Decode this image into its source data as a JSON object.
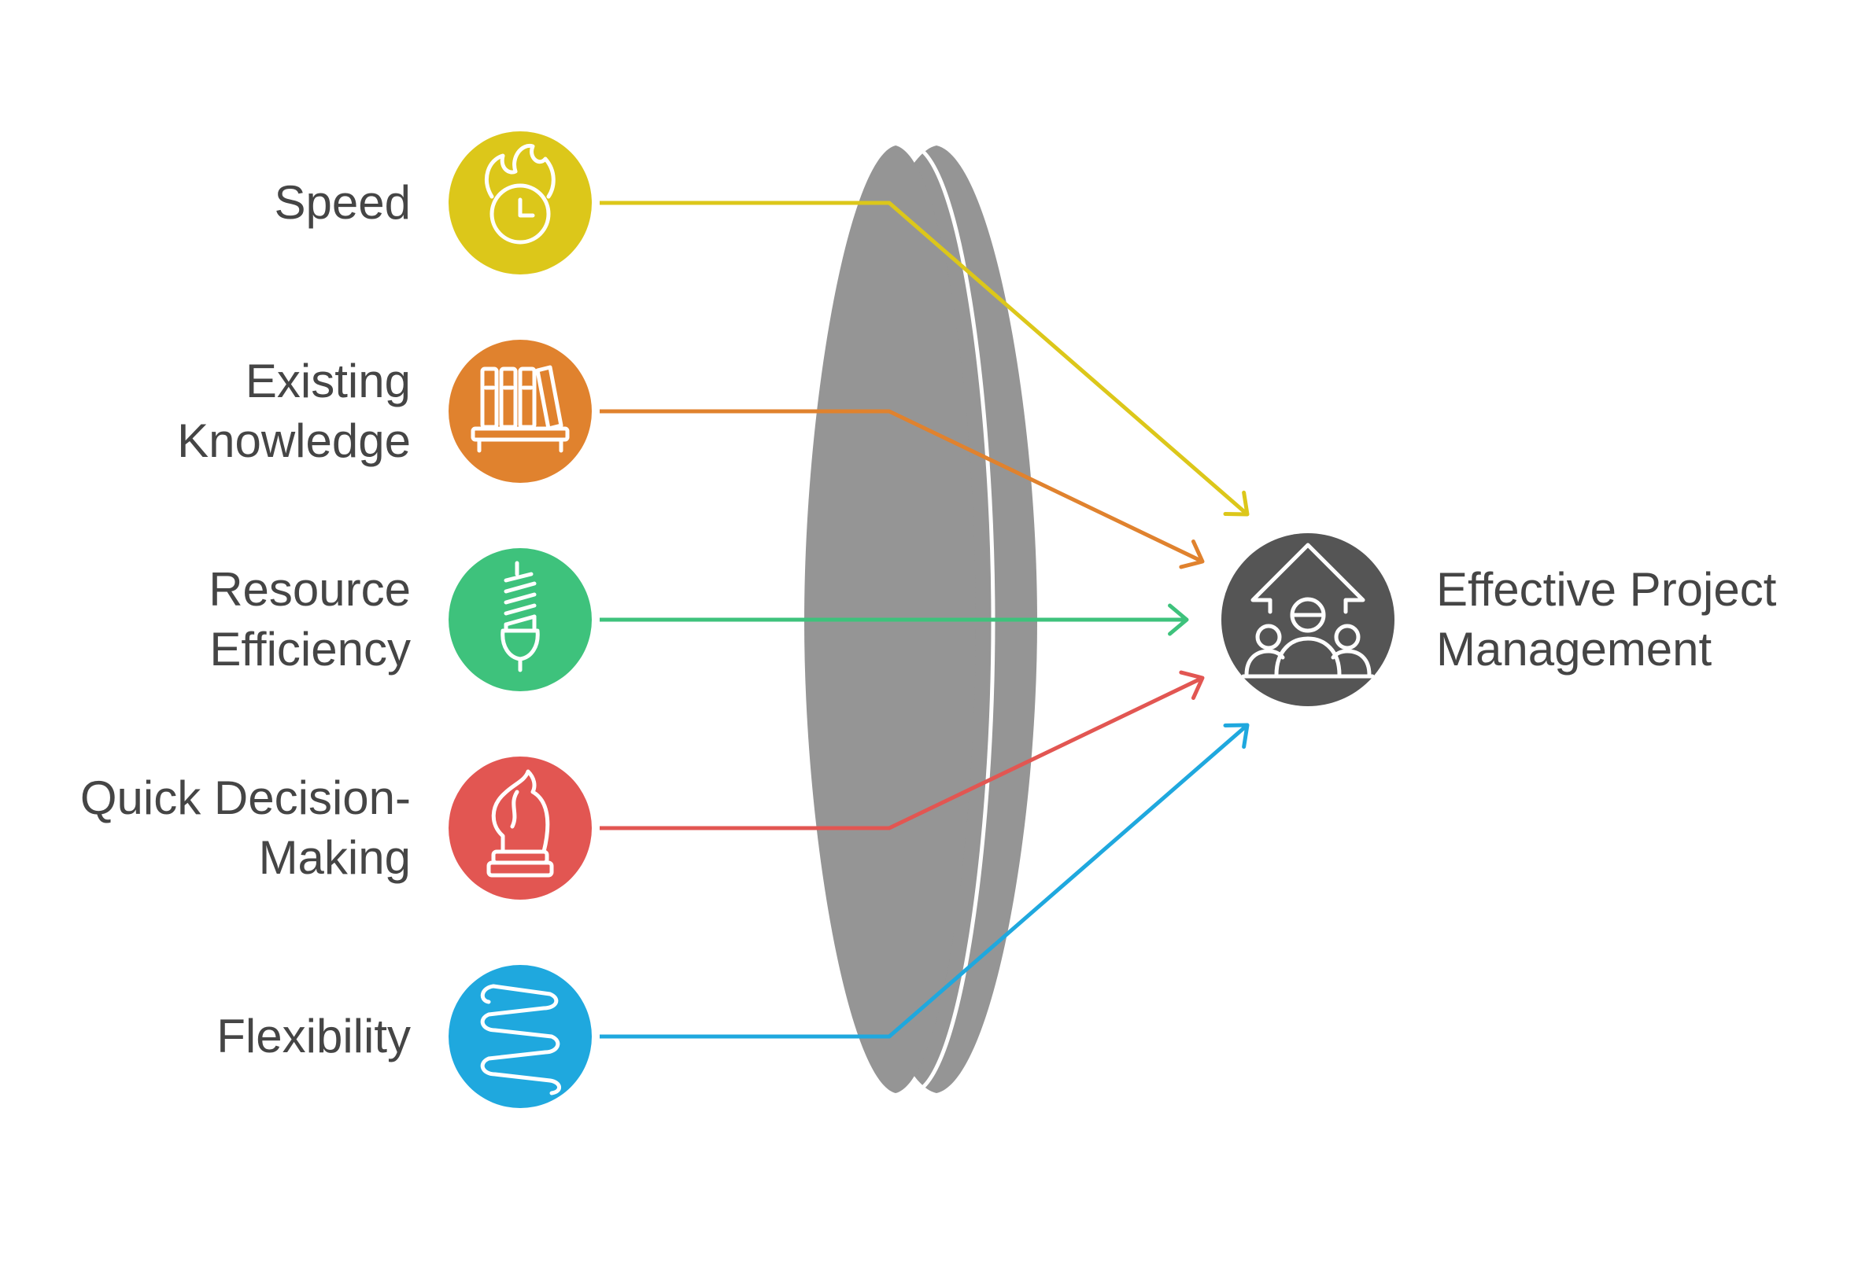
{
  "diagram": {
    "inputs": [
      {
        "lines": [
          "Speed"
        ],
        "color": "#DCC71A",
        "icon": "flame-clock-icon"
      },
      {
        "lines": [
          "Existing",
          "Knowledge"
        ],
        "color": "#E0822E",
        "icon": "bookshelf-icon"
      },
      {
        "lines": [
          "Resource",
          "Efficiency"
        ],
        "color": "#3EC27C",
        "icon": "light-bulb-icon"
      },
      {
        "lines": [
          "Quick Decision-",
          "Making"
        ],
        "color": "#E25652",
        "icon": "chess-knight-icon"
      },
      {
        "lines": [
          "Flexibility"
        ],
        "color": "#1FA8DE",
        "icon": "spring-icon"
      }
    ],
    "lens": {
      "fill": "#959595",
      "edge": "#ffffff"
    },
    "output": {
      "lines": [
        "Effective Project",
        "Management"
      ],
      "color": "#555555",
      "icon": "team-growth-icon"
    }
  }
}
